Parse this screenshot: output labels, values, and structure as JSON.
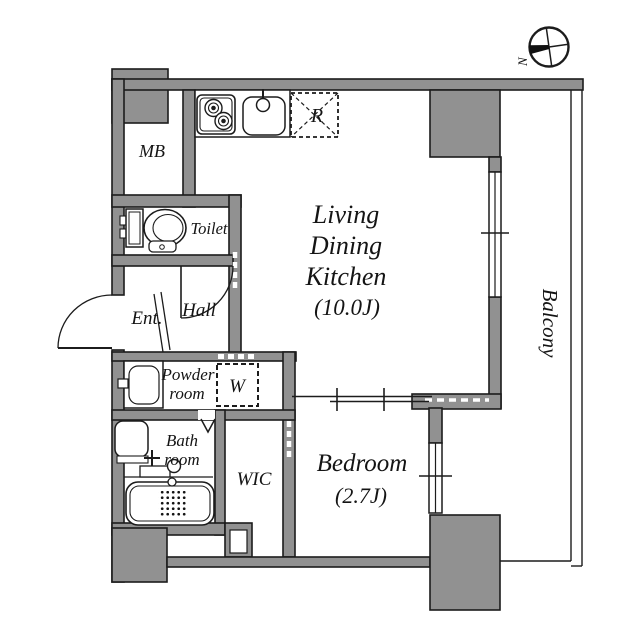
{
  "floorplan": {
    "colors": {
      "wall": "#919191",
      "line": "#1c1c1c",
      "background": "#ffffff"
    },
    "compass": {
      "north_label": "N"
    },
    "rooms": {
      "living_dining_kitchen": {
        "line1": "Living",
        "line2": "Dining",
        "line3": "Kitchen",
        "area": "(10.0J)"
      },
      "bedroom": {
        "label": "Bedroom",
        "area": "(2.7J)"
      },
      "balcony": {
        "label": "Balcony"
      },
      "meter_box": {
        "label": "MB"
      },
      "toilet": {
        "label": "Toilet"
      },
      "entrance": {
        "label": "Ent."
      },
      "hall": {
        "label": "Hall"
      },
      "powder_room": {
        "line1": "Powder",
        "line2": "room"
      },
      "bath_room": {
        "line1": "Bath",
        "line2": "room"
      },
      "walk_in_closet": {
        "label": "WIC"
      },
      "washer_space": {
        "label": "W"
      },
      "refrigerator_space": {
        "label": "R"
      }
    }
  }
}
